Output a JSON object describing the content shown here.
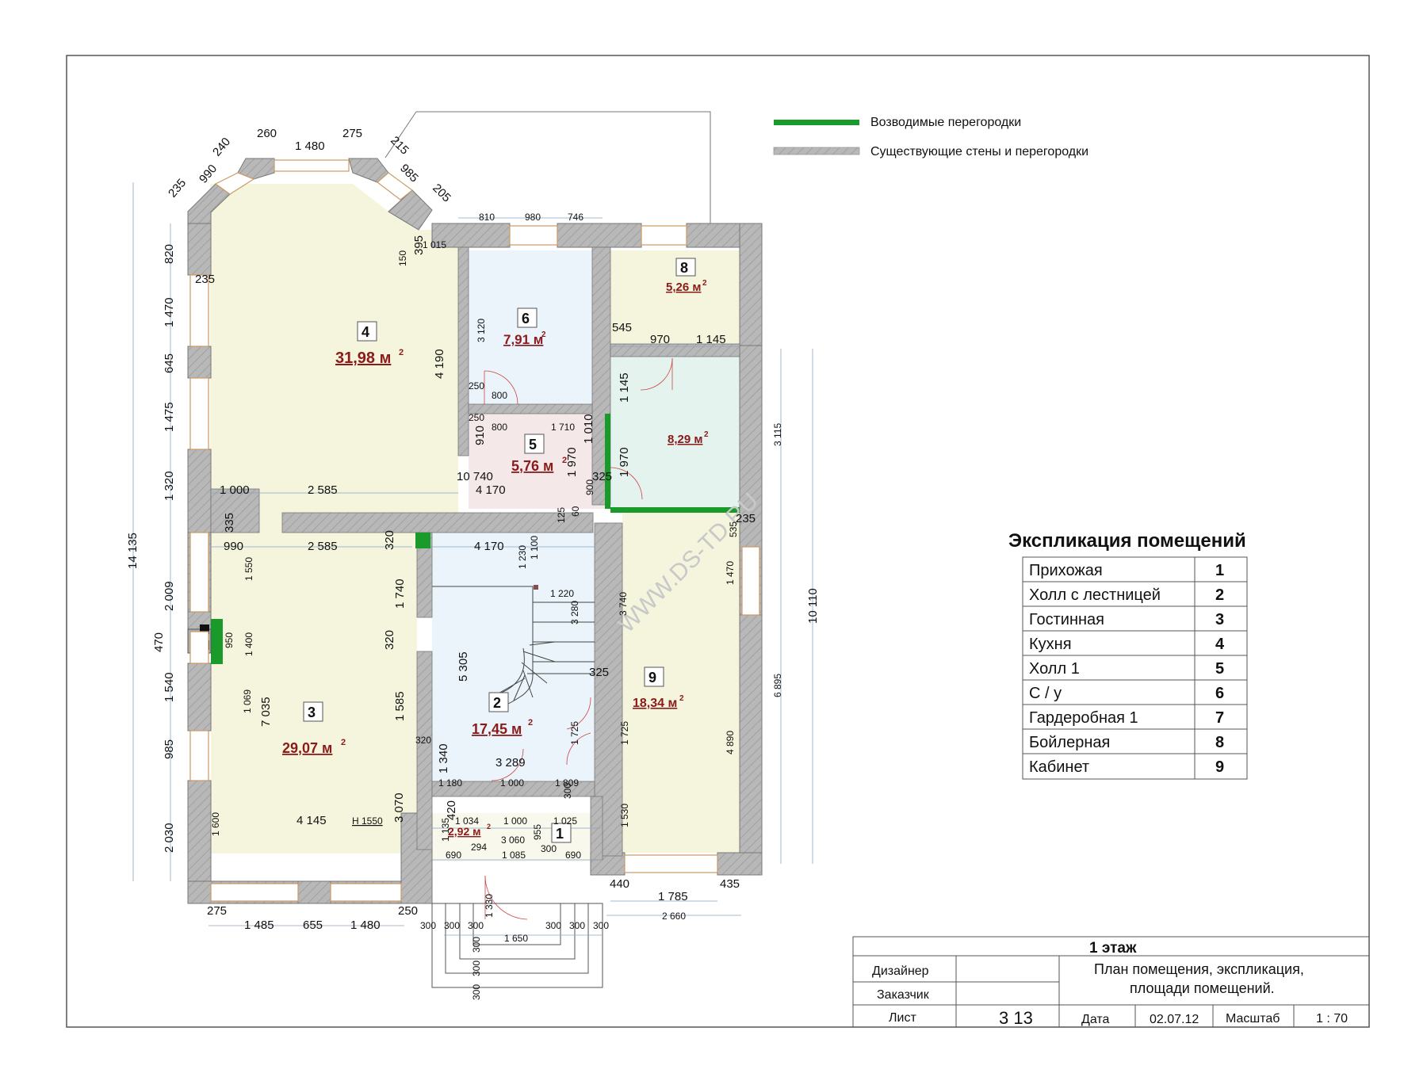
{
  "legend": {
    "new_partitions": "Возводимые перегородки",
    "existing_walls": "Существующие стены и перегородки",
    "new_color": "#1a9a2a",
    "existing_color": "#b3b3b3"
  },
  "watermark": "WWW.DS-TD.RU",
  "rooms": {
    "r1": {
      "num": "1",
      "area": "2,92 м"
    },
    "r2": {
      "num": "2",
      "area": "17,45 м"
    },
    "r3": {
      "num": "3",
      "area": "29,07 м"
    },
    "r4": {
      "num": "4",
      "area": "31,98 м"
    },
    "r5": {
      "num": "5",
      "area": "5,76 м"
    },
    "r6": {
      "num": "6",
      "area": "7,91 м"
    },
    "r7": {
      "area": "8,29 м"
    },
    "r8": {
      "num": "8",
      "area": "5,26 м"
    },
    "r9": {
      "num": "9",
      "area": "18,34 м"
    },
    "sup": "2"
  },
  "dims": {
    "d260": "260",
    "d1480": "1 480",
    "d275": "275",
    "d240": "240",
    "d990": "990",
    "d235": "235",
    "d215": "215",
    "d985": "985",
    "d205": "205",
    "d810": "810",
    "d980": "980",
    "d746": "746",
    "d820": "820",
    "d1470": "1 470",
    "d645": "645",
    "d1475": "1 475",
    "d1320": "1 320",
    "d2009": "2 009",
    "d470": "470",
    "d1540": "1 540",
    "d985b": "985",
    "d2030": "2 030",
    "d14135": "14 135",
    "d235b": "235",
    "d395": "395",
    "d1015": "1 015",
    "d150": "150",
    "d4190": "4 190",
    "d3120": "3 120",
    "d250a": "250",
    "d800a": "800",
    "d250b": "250",
    "d800b": "800",
    "d1710": "1 710",
    "d910": "910",
    "d1970a": "1 970",
    "d1010": "1 010",
    "d1970b": "1 970",
    "d1145": "1 145",
    "d545": "545",
    "d970": "970",
    "d1145b": "1 145",
    "d10740": "10 740",
    "d1000": "1 000",
    "d2585": "2 585",
    "d4170": "4 170",
    "d325": "325",
    "d900": "900",
    "d125": "125",
    "d60": "60",
    "d235c": "235",
    "d3115": "3 115",
    "d535": "535",
    "d335": "335",
    "d990b": "990",
    "d2585b": "2 585",
    "d320": "320",
    "d4170b": "4 170",
    "d1230": "1 230",
    "d1100": "1 100",
    "d1220": "1 220",
    "d3280": "3 280",
    "d1740": "1 740",
    "d1550": "1 550",
    "d950": "950",
    "d1400": "1 400",
    "d320b": "320",
    "d5305": "5 305",
    "d3740": "3 740",
    "d1470b": "1 470",
    "d10110": "10 110",
    "d325b": "325",
    "d7035": "7 035",
    "d1069": "1 069",
    "d1585": "1 585",
    "d6895": "6 895",
    "d320c": "320",
    "d1725a": "1 725",
    "d1725b": "1 725",
    "d4890": "4 890",
    "d1340": "1 340",
    "d3289": "3 289",
    "d1180": "1 180",
    "d1000b": "1 000",
    "d1809": "1 809",
    "d300": "300",
    "d3070": "3 070",
    "d420": "420",
    "d1034": "1 034",
    "d1000c": "1 000",
    "d1025": "1 025",
    "d1600": "1 600",
    "d4145": "4 145",
    "dh1550": "Н 1550",
    "d1135": "1 135",
    "d294": "294",
    "d3060": "3 060",
    "d955": "955",
    "d1530": "1 530",
    "d690a": "690",
    "d1085": "1 085",
    "d300b": "300",
    "d690b": "690",
    "d440": "440",
    "d1785": "1 785",
    "d435": "435",
    "d2660": "2 660",
    "d275b": "275",
    "d250c": "250",
    "d1485": "1 485",
    "d655": "655",
    "d1480b": "1 480",
    "d1330": "1 330",
    "d1650": "1 650",
    "s300": "300"
  },
  "explication": {
    "title": "Экспликация помещений",
    "rows": [
      {
        "name": "Прихожая",
        "num": "1"
      },
      {
        "name": "Холл с лестницей",
        "num": "2"
      },
      {
        "name": "Гостинная",
        "num": "3"
      },
      {
        "name": "Кухня",
        "num": "4"
      },
      {
        "name": "Холл 1",
        "num": "5"
      },
      {
        "name": "С / у",
        "num": "6"
      },
      {
        "name": " Гардеробная 1",
        "num": "7"
      },
      {
        "name": "Бойлерная",
        "num": "8"
      },
      {
        "name": "Кабинет",
        "num": "9"
      }
    ]
  },
  "title_block": {
    "floor": "1 этаж",
    "designer_label": "Дизайнер",
    "customer_label": "Заказчик",
    "sheet_label": "Лист",
    "sheet_value": "3 13",
    "date_label": "Дата",
    "date_value": "02.07.12",
    "scale_label": "Масштаб",
    "scale_value": "1 : 70",
    "description_line1": "План помещения, экспликация,",
    "description_line2": "площади помещений."
  }
}
